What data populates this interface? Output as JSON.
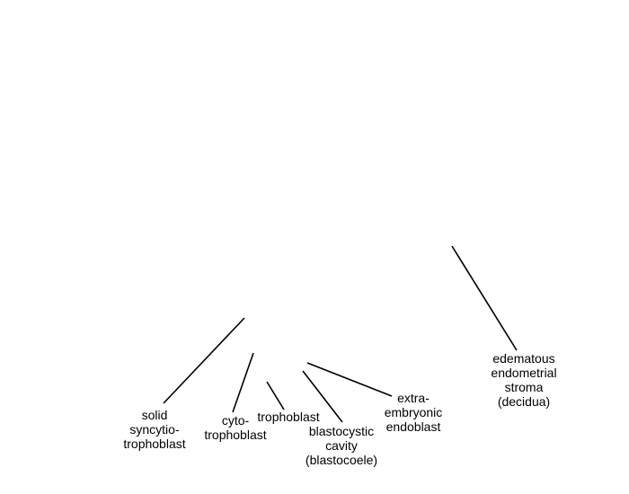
{
  "labels": {
    "solid_syncytiotrophoblast": [
      "solid",
      "syncytio-",
      "trophoblast"
    ],
    "cytotrophoblast": [
      "cyto-",
      "trophoblast"
    ],
    "trophoblast": [
      "trophoblast"
    ],
    "blastocystic_cavity": [
      "blastocystic",
      "cavity",
      "(blastocoele)"
    ],
    "extraembryonic_endoblast": [
      "extra-",
      "embryonic",
      "endoblast"
    ],
    "edematous_endometrial_stroma": [
      "edematous",
      "endometrial",
      "stroma",
      "(decidua)"
    ]
  }
}
